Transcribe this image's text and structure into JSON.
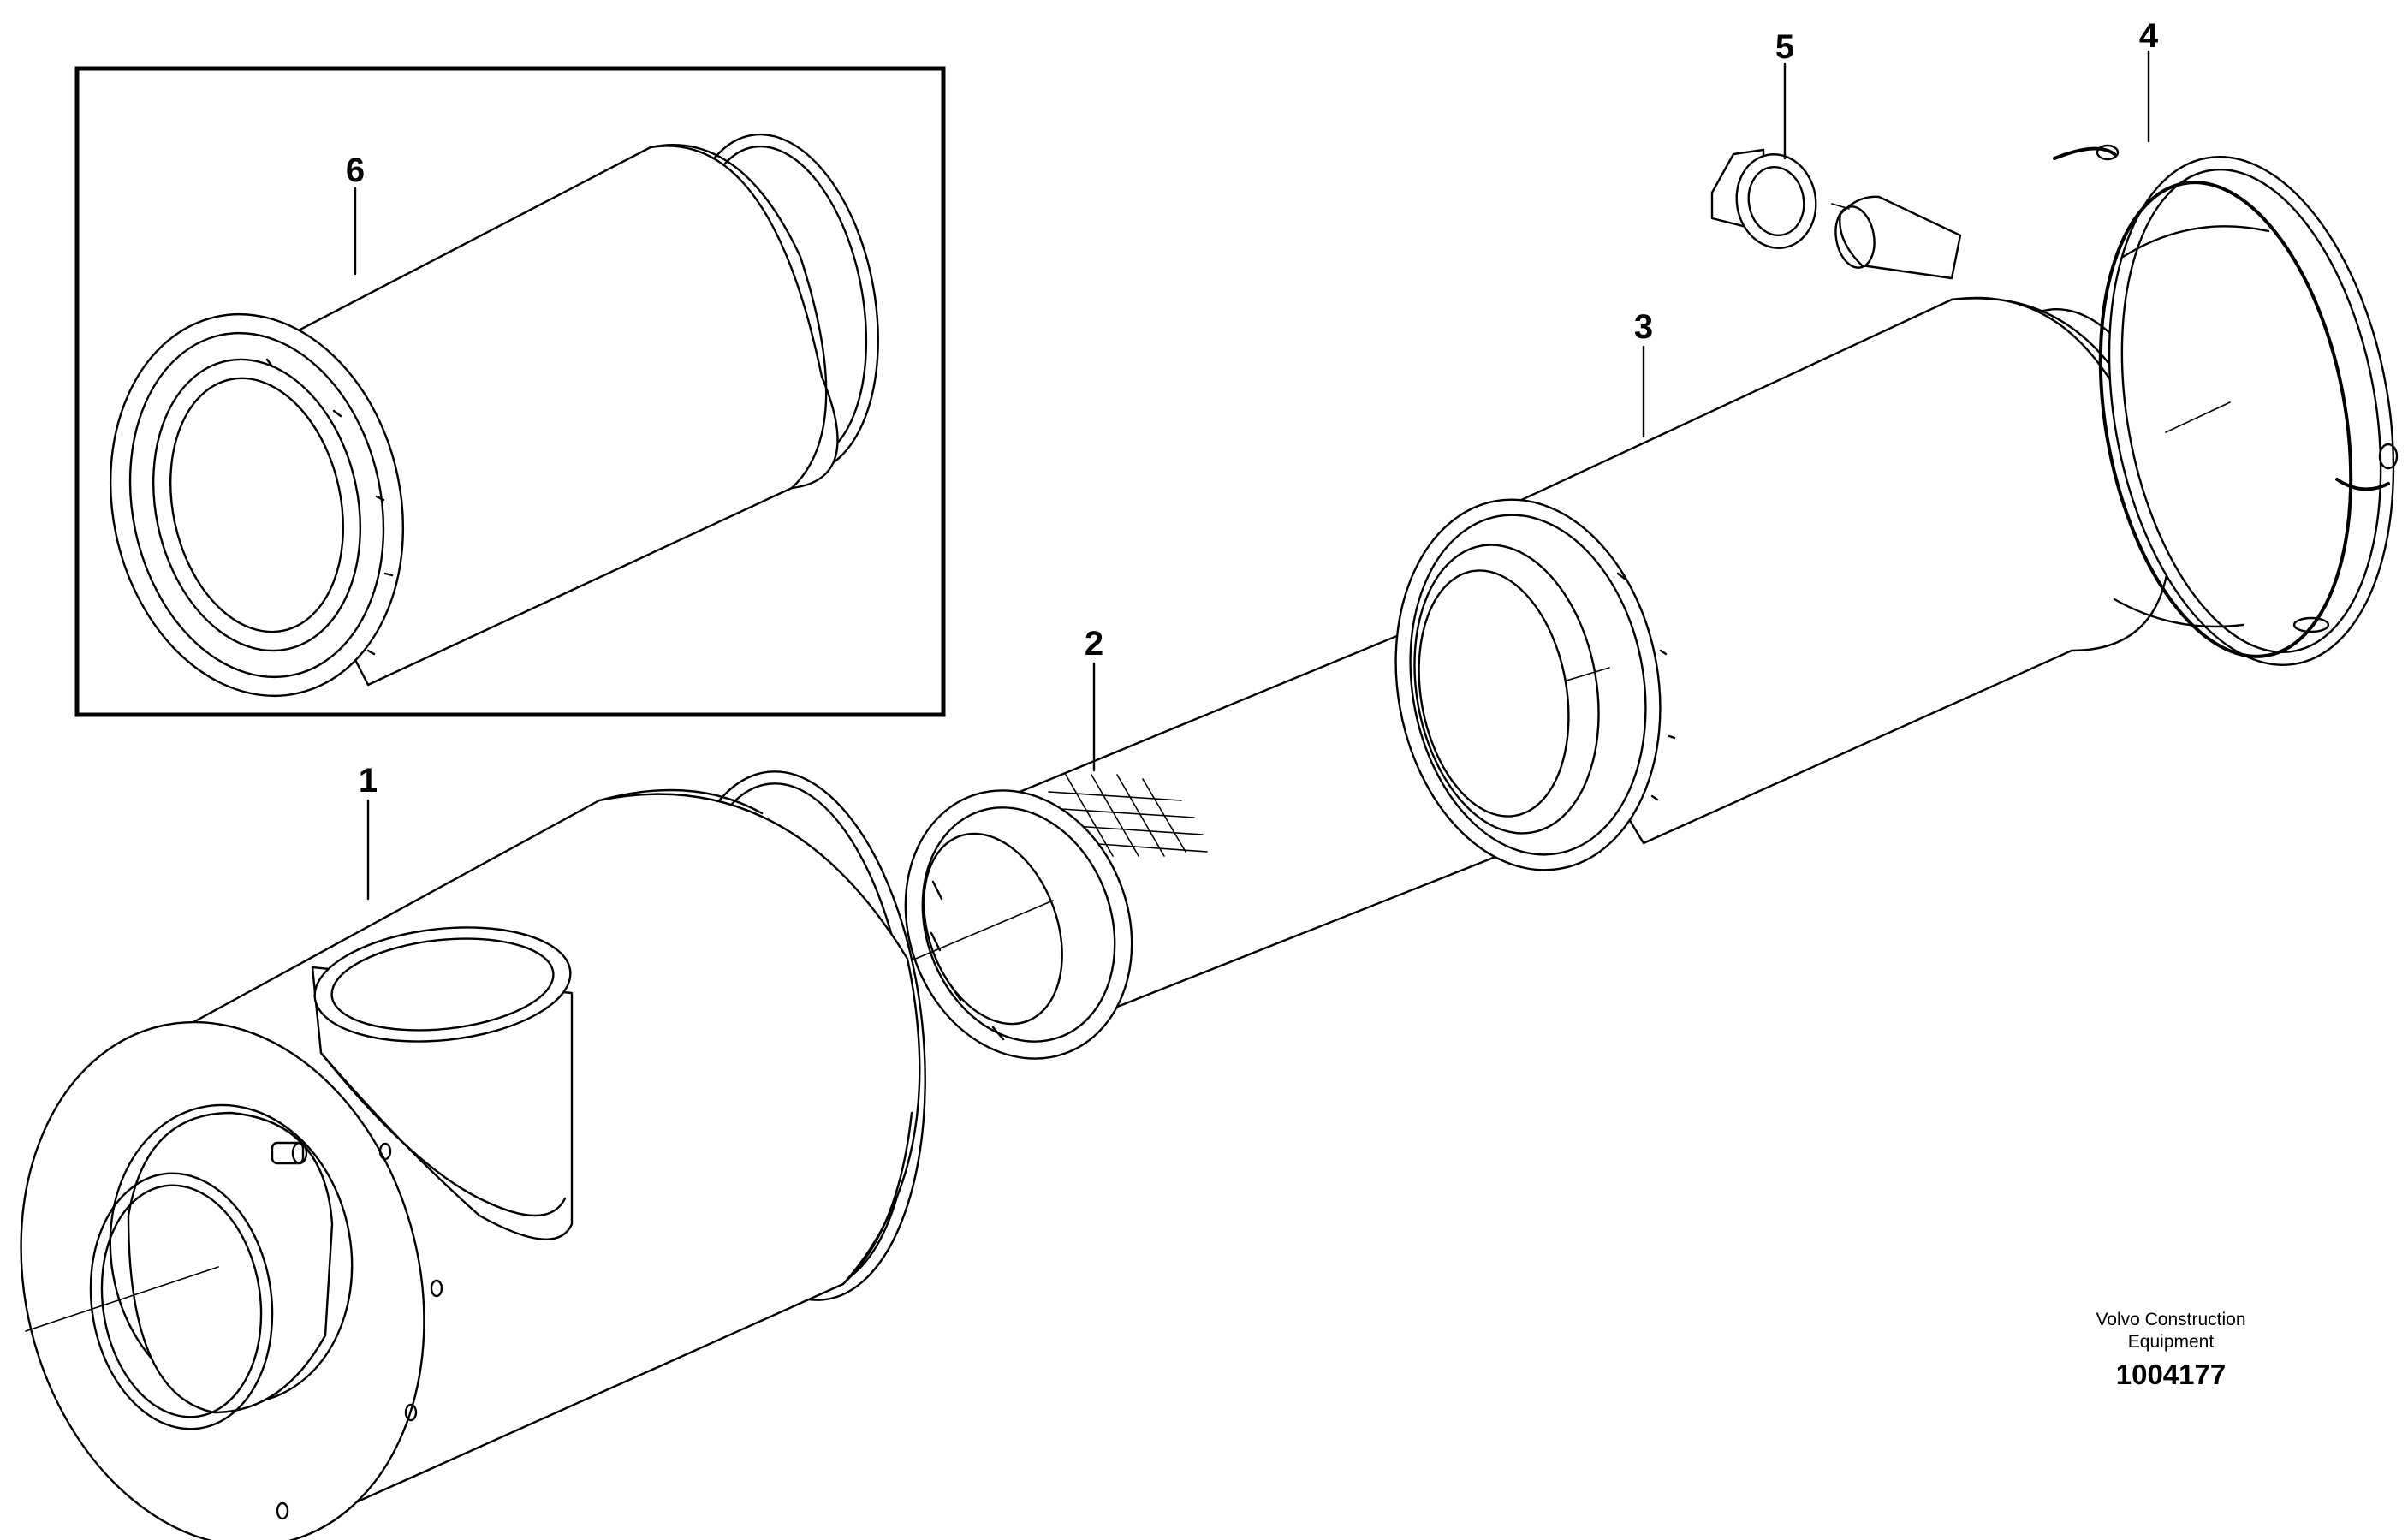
{
  "callouts": {
    "c1": "1",
    "c2": "2",
    "c3": "3",
    "c4": "4",
    "c5": "5",
    "c6": "6"
  },
  "brand": {
    "line1": "Volvo Construction",
    "line2": "Equipment",
    "ref_number": "1004177"
  },
  "colors": {
    "stroke": "#000000",
    "background": "#ffffff"
  }
}
